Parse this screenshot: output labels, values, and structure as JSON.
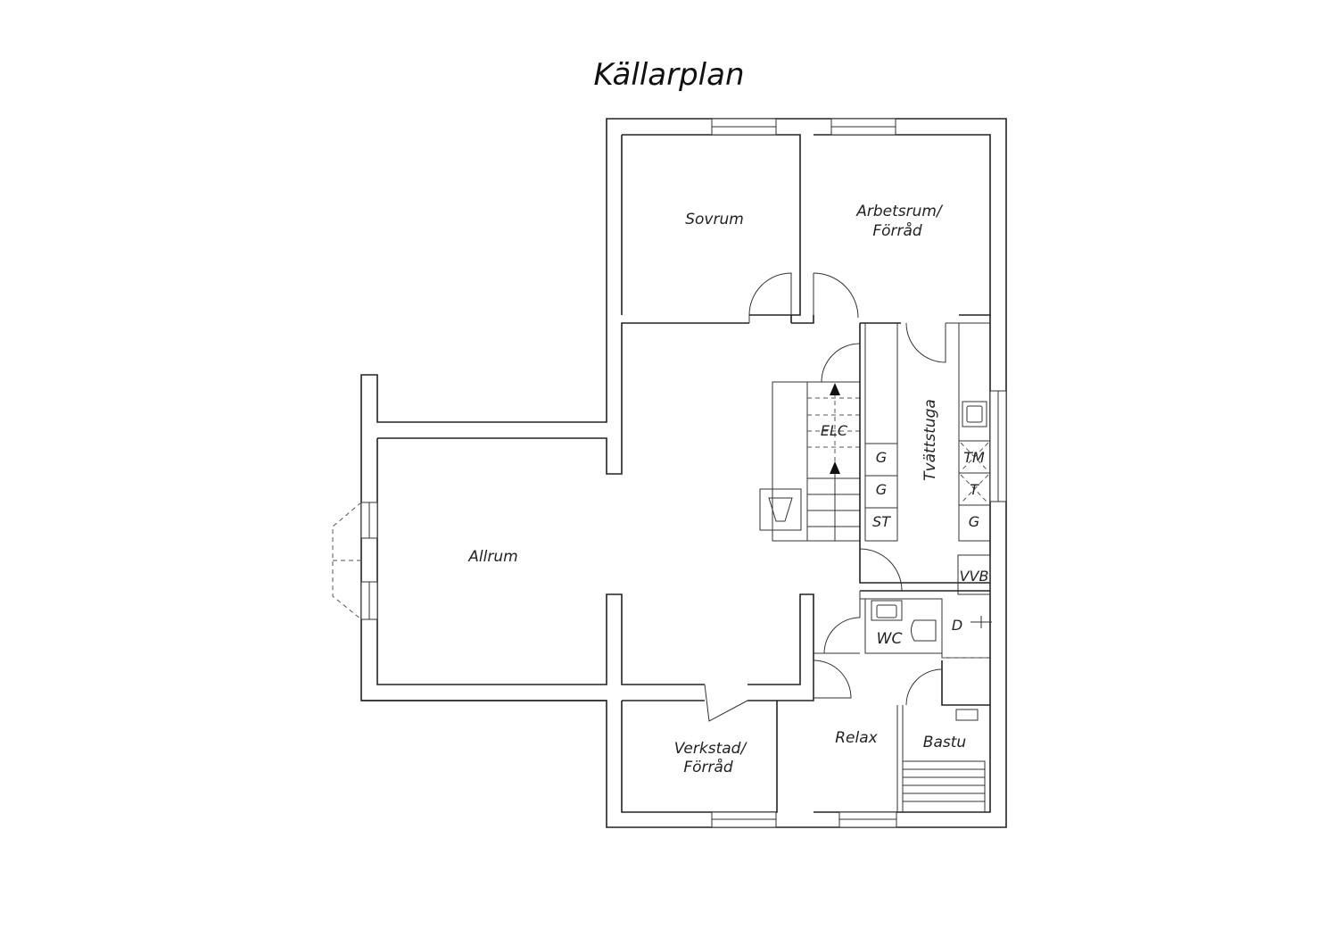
{
  "title": "Källarplan",
  "rooms": {
    "sovrum": "Sovrum",
    "arbetsrum_1": "Arbetsrum/",
    "arbetsrum_2": "Förråd",
    "allrum": "Allrum",
    "verkstad_1": "Verkstad/",
    "verkstad_2": "Förråd",
    "relax": "Relax",
    "bastu": "Bastu",
    "tvattstuga": "Tvättstuga",
    "wc": "WC"
  },
  "fixtures": {
    "elc": "ELC",
    "g1": "G",
    "g2": "G",
    "st": "ST",
    "tm": "TM",
    "t": "T",
    "g3": "G",
    "vvb": "VVB",
    "d": "D"
  }
}
